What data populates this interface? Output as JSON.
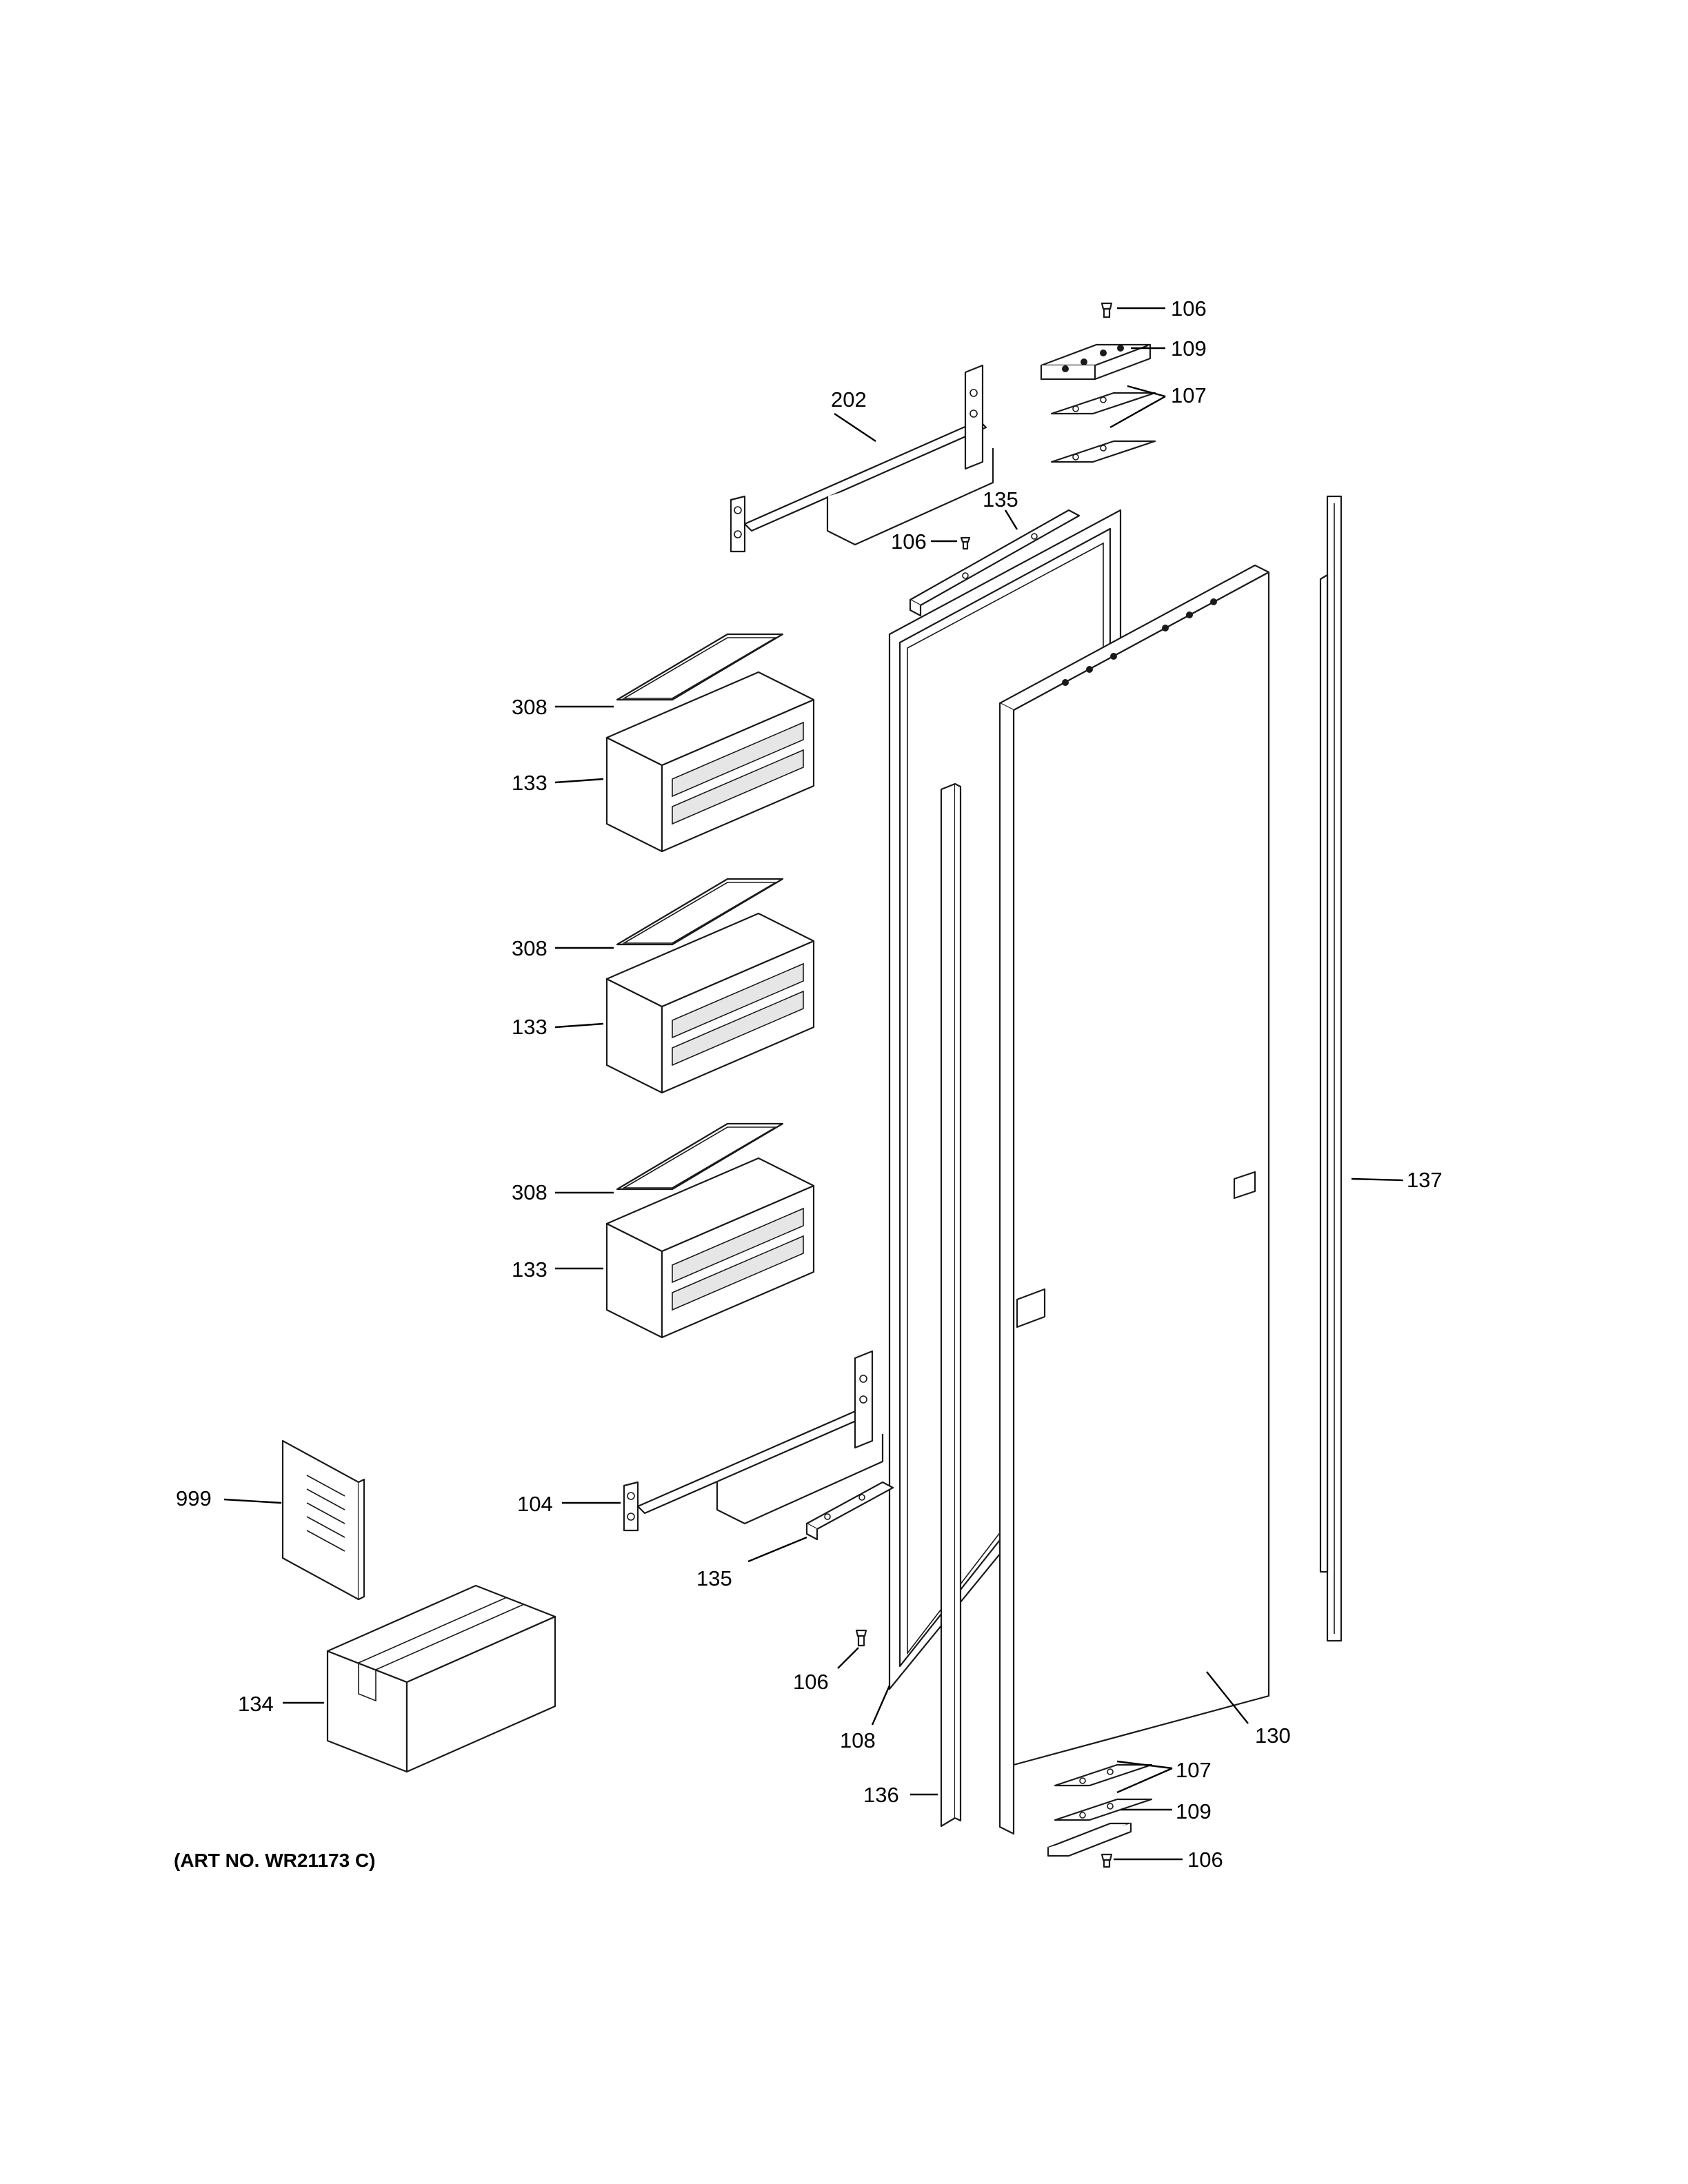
{
  "callouts": {
    "c106_top": "106",
    "c109_top": "109",
    "c107_top": "107",
    "c202": "202",
    "c135_top": "135",
    "c106_mid": "106",
    "c308_a": "308",
    "c133_a": "133",
    "c308_b": "308",
    "c133_b": "133",
    "c308_c": "308",
    "c133_c": "133",
    "c137": "137",
    "c999": "999",
    "c104": "104",
    "c135_bot": "135",
    "c106_low": "106",
    "c134": "134",
    "c108": "108",
    "c130": "130",
    "c107_bot": "107",
    "c109_bot": "109",
    "c136": "136",
    "c106_bot": "106"
  },
  "art_number": "(ART NO. WR21173 C)"
}
